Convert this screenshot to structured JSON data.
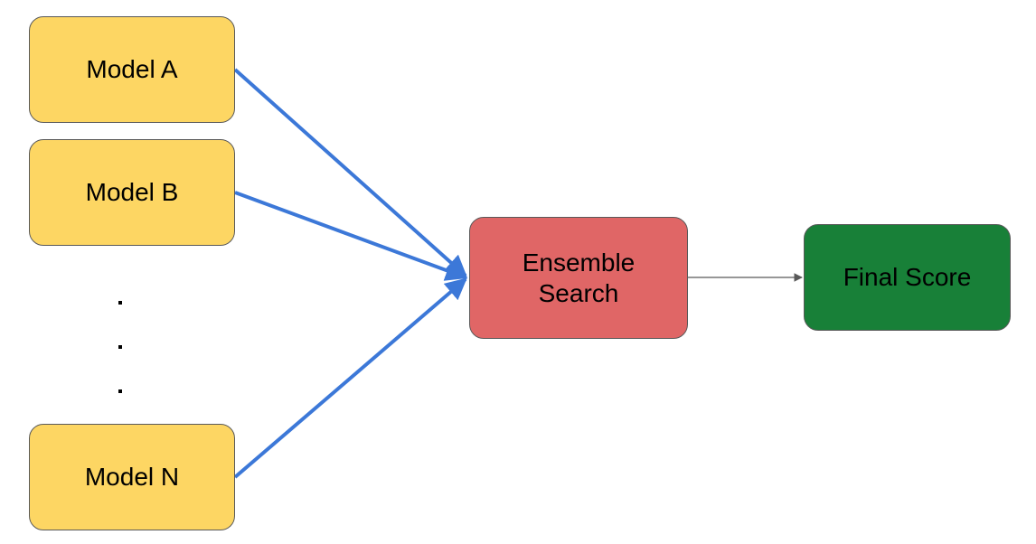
{
  "nodes": {
    "model_a": "Model A",
    "model_b": "Model B",
    "model_n": "Model N",
    "ensemble": "Ensemble\nSearch",
    "final": "Final Score"
  },
  "colors": {
    "model_fill": "#fdd663",
    "ensemble_fill": "#e06666",
    "final_fill": "#188038",
    "arrow_blue": "#3c78d8",
    "arrow_gray": "#595959"
  },
  "edges": [
    {
      "from": "Model A",
      "to": "Ensemble Search"
    },
    {
      "from": "Model B",
      "to": "Ensemble Search"
    },
    {
      "from": "Model N",
      "to": "Ensemble Search"
    },
    {
      "from": "Ensemble Search",
      "to": "Final Score"
    }
  ]
}
